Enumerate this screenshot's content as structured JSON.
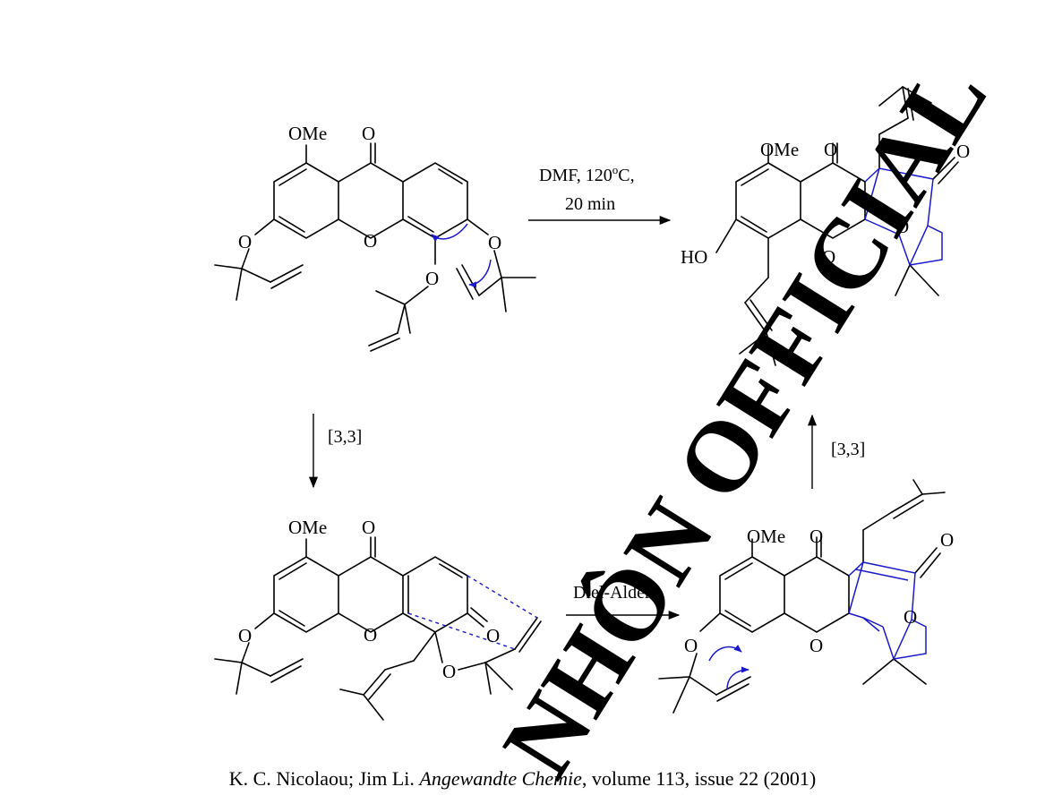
{
  "labels": {
    "ome": "OMe",
    "o": "O",
    "ho": "HO"
  },
  "conditions": {
    "top_line1": "DMF, 120",
    "top_deg": "o",
    "top_unit": "C,",
    "top_line2": "20 min",
    "left_step": "[3,3]",
    "right_step": "[3,3]",
    "middle_step": "Diel-Alder"
  },
  "citation": {
    "authors": "K. C. Nicolaou; Jim Li.",
    "journal": "Angewandte Chemie",
    "details": ", volume 113, issue 22 (2001)"
  },
  "watermark": "NHÔN OFFICIAL",
  "colors": {
    "watermark": "#ff0000",
    "electron_arrows": "#1a1acc"
  }
}
